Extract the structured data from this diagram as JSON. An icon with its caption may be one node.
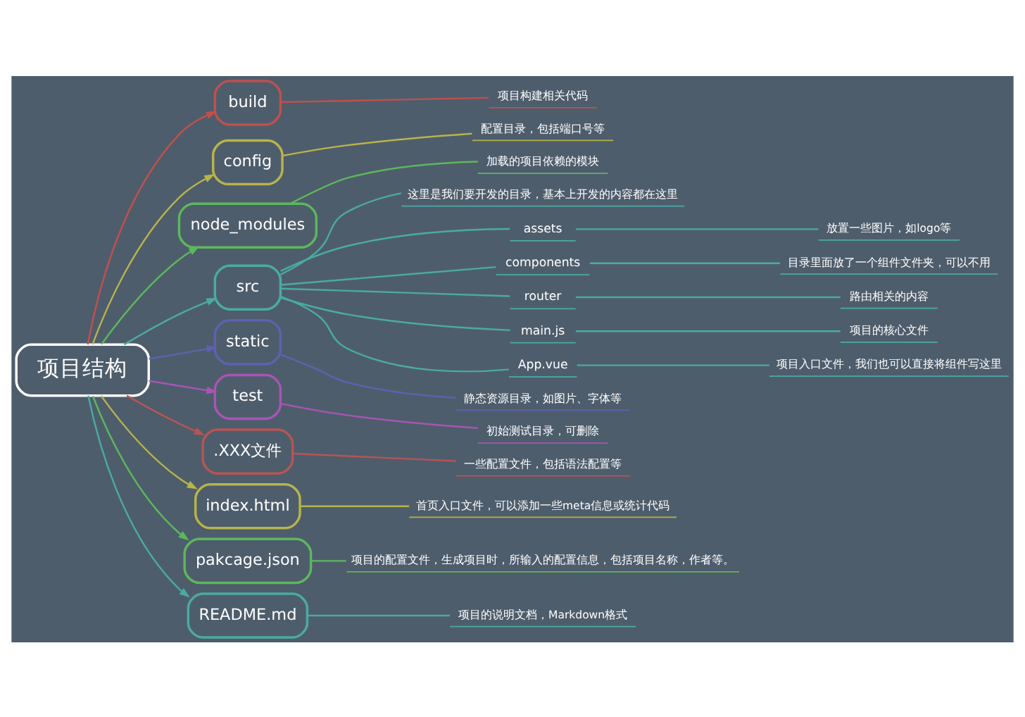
{
  "diagram": {
    "nodes": [
      {
        "text": [
          "项目结构"
        ]
      },
      {
        "text": [
          "build"
        ]
      },
      {
        "text": [
          "项目构建相关代码"
        ]
      },
      {
        "text": [
          "config"
        ]
      },
      {
        "text": [
          "配置目录，包括端口号等"
        ]
      },
      {
        "text": [
          "node_modules"
        ]
      },
      {
        "text": [
          "加载的项目依赖的模块"
        ]
      },
      {
        "text": [
          "src"
        ]
      },
      {
        "text": [
          "这里是我们要开发的目录，基本上开发的内容都在这里"
        ]
      },
      {
        "text": [
          "assets"
        ]
      },
      {
        "text": [
          "放置一些图片，如logo等"
        ]
      },
      {
        "text": [
          "components"
        ]
      },
      {
        "text": [
          "目录里面放了一个组件文件夹，可以不用"
        ]
      },
      {
        "text": [
          "router"
        ]
      },
      {
        "text": [
          "路由相关的内容"
        ]
      },
      {
        "text": [
          "main.js"
        ]
      },
      {
        "text": [
          "项目的核心文件"
        ]
      },
      {
        "text": [
          "App.vue"
        ]
      },
      {
        "text": [
          "项目入口文件，我们也可以直接将组件写这里"
        ]
      },
      {
        "text": [
          "static"
        ]
      },
      {
        "text": [
          "静态资源目录，如图片、字体等"
        ]
      },
      {
        "text": [
          "test"
        ]
      },
      {
        "text": [
          "初始测试目录，可删除"
        ]
      },
      {
        "text": [
          ".XXX文件"
        ]
      },
      {
        "text": [
          "一些配置文件，包括语法配置等"
        ]
      },
      {
        "text": [
          "index.html"
        ]
      },
      {
        "text": [
          "首页入口文件，可以添加一些meta信息或统计代码"
        ]
      },
      {
        "text": [
          "pakcage.json"
        ]
      },
      {
        "text": [
          "项目的配置文件，生成项目时，所输入的配置信息，包括项目名称，作者等。"
        ]
      },
      {
        "text": [
          "README.md"
        ]
      },
      {
        "text": [
          "项目的说明文档，Markdown格式"
        ]
      }
    ],
    "edges": [
      {
        "from": 0,
        "to": 1,
        "arrow": "to",
        "color": "#c0504d"
      },
      {
        "from": 1,
        "to": 2,
        "arrow": "none",
        "color": "#c0504d"
      },
      {
        "from": 0,
        "to": 3,
        "arrow": "to",
        "color": "#b8b44a"
      },
      {
        "from": 3,
        "to": 4,
        "arrow": "none",
        "color": "#b8b44a"
      },
      {
        "from": 0,
        "to": 5,
        "arrow": "to",
        "color": "#5cb85c"
      },
      {
        "from": 5,
        "to": 6,
        "arrow": "none",
        "color": "#5cb85c"
      },
      {
        "from": 0,
        "to": 7,
        "arrow": "to",
        "color": "#4aaba3"
      },
      {
        "from": 7,
        "to": 8,
        "arrow": "none",
        "color": "#4aaba3"
      },
      {
        "from": 7,
        "to": 9,
        "arrow": "none",
        "color": "#4aaba3"
      },
      {
        "from": 9,
        "to": 10,
        "arrow": "none",
        "color": "#4aaba3"
      },
      {
        "from": 7,
        "to": 11,
        "arrow": "none",
        "color": "#4aaba3"
      },
      {
        "from": 11,
        "to": 12,
        "arrow": "none",
        "color": "#4aaba3"
      },
      {
        "from": 7,
        "to": 13,
        "arrow": "none",
        "color": "#4aaba3"
      },
      {
        "from": 13,
        "to": 14,
        "arrow": "none",
        "color": "#4aaba3"
      },
      {
        "from": 7,
        "to": 15,
        "arrow": "none",
        "color": "#4aaba3"
      },
      {
        "from": 15,
        "to": 16,
        "arrow": "none",
        "color": "#4aaba3"
      },
      {
        "from": 7,
        "to": 17,
        "arrow": "none",
        "color": "#4aaba3"
      },
      {
        "from": 17,
        "to": 18,
        "arrow": "none",
        "color": "#4aaba3"
      },
      {
        "from": 0,
        "to": 19,
        "arrow": "to",
        "color": "#6060b0"
      },
      {
        "from": 19,
        "to": 20,
        "arrow": "none",
        "color": "#6060b0"
      },
      {
        "from": 0,
        "to": 21,
        "arrow": "to",
        "color": "#a855b5"
      },
      {
        "from": 21,
        "to": 22,
        "arrow": "none",
        "color": "#a855b5"
      },
      {
        "from": 0,
        "to": 23,
        "arrow": "to",
        "color": "#b55555"
      },
      {
        "from": 23,
        "to": 24,
        "arrow": "none",
        "color": "#b55555"
      },
      {
        "from": 0,
        "to": 25,
        "arrow": "to",
        "color": "#b8b44a"
      },
      {
        "from": 25,
        "to": 26,
        "arrow": "none",
        "color": "#b8b44a"
      },
      {
        "from": 0,
        "to": 27,
        "arrow": "to",
        "color": "#5cb85c"
      },
      {
        "from": 27,
        "to": 28,
        "arrow": "none",
        "color": "#5cb85c"
      },
      {
        "from": 0,
        "to": 29,
        "arrow": "to",
        "color": "#4aaba3"
      },
      {
        "from": 29,
        "to": 30,
        "arrow": "none",
        "color": "#4aaba3"
      }
    ]
  }
}
